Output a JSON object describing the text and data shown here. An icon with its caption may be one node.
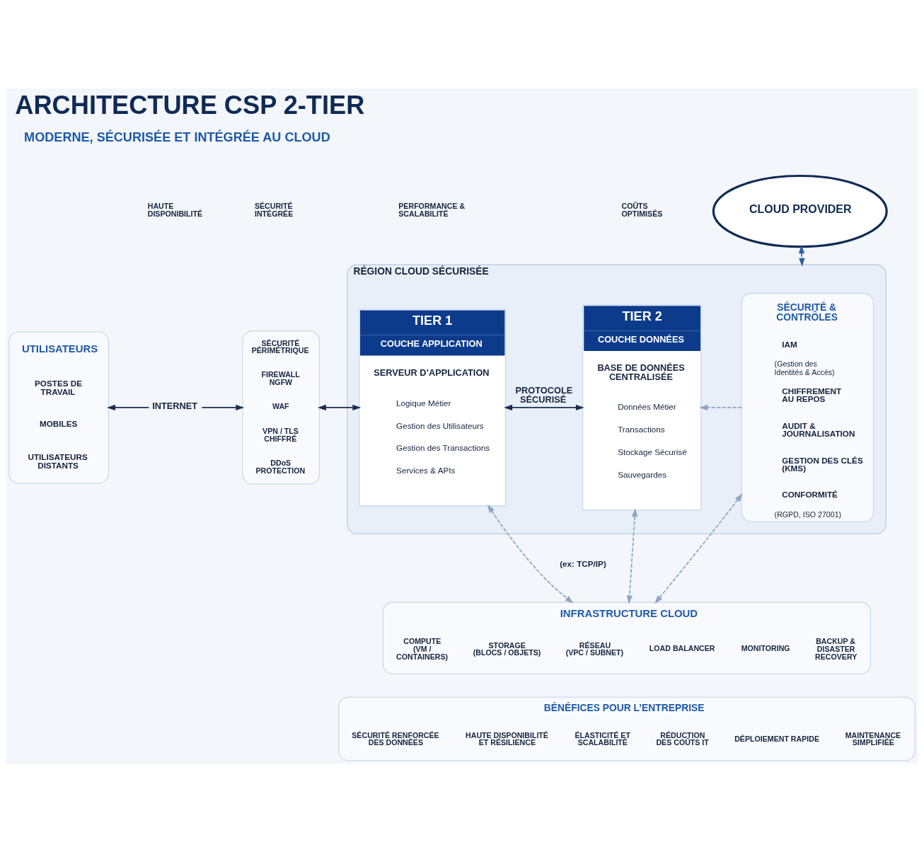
{
  "diagram": {
    "title": "ARCHITECTURE CSP 2-TIER",
    "nodes": [
      {
        "text": [
          "CLOUD PROVIDER"
        ]
      },
      {
        "text": [
          "RÉGION CLOUD SÉCURISÉE"
        ]
      },
      {
        "text": [
          "UTILISATEURS",
          "POSTES DE TRAVAIL",
          "MOBILES",
          "UTILISATEURS DISTANTS"
        ]
      },
      {
        "text": [
          "INTERNET"
        ]
      },
      {
        "text": [
          "SÉCURITÉ PÉRIMÉTRIQUE",
          "FIREWALL NGFW",
          "WAF",
          "VPN / TLS CHIFFRÉ",
          "DDoS PROTECTION"
        ]
      },
      {
        "text": [
          "TIER 1",
          "COUCHE APPLICATION",
          "SERVEUR D’APPLICATION",
          "Logique Métier",
          "Gestion des Utilisateurs",
          "Gestion des Transactions",
          "Services & APIs"
        ],
        "in": 1
      },
      {
        "text": [
          "TIER 2",
          "COUCHE DONNÉES",
          "BASE DE DONNÉES CENTRALISÉE",
          "Données Métier",
          "Transactions",
          "Stockage Sécurisé",
          "Sauvegardes"
        ],
        "in": 1
      },
      {
        "text": [
          "SÉCURITÉ & CONTRÔLES",
          "IAM",
          "(Gestion des Identités & Accès)",
          "CHIFFREMENT AU REPOS",
          "AUDIT & JOURNALISATION",
          "GESTION DES CLÉS (KMS)",
          "CONFORMITÉ",
          "(RGPD, ISO 27001)"
        ],
        "in": 1
      },
      {
        "text": [
          "INFRASTRUCTURE CLOUD",
          "COMPUTE (VM / CONTAINERS)",
          "STORAGE (BLOCS / OBJETS)",
          "RÉSEAU (VPC / SUBNET)",
          "LOAD BALANCER",
          "MONITORING",
          "BACKUP & DISASTER RECOVERY"
        ]
      },
      {
        "text": [
          "BÉNÉFICES POUR L’ENTREPRISE",
          "SÉCURITÉ RENFORCÉE DES DONNÉES",
          "HAUTE DISPONIBILITÉ ET RÉSILIENCE",
          "ÉLASTICITÉ ET SCALABILITÉ",
          "RÉDUCTION DES COÛTS IT",
          "DÉPLOIEMENT RAPIDE",
          "MAINTENANCE SIMPLIFIÉE"
        ]
      }
    ],
    "edges": [
      {
        "from": 0,
        "to": 1,
        "arrow": "both",
        "style": "dashed",
        "color": "#2d5fa6"
      },
      {
        "from": 3,
        "to": 2,
        "arrow": "to"
      },
      {
        "from": 3,
        "to": 4,
        "arrow": "to"
      },
      {
        "from": 4,
        "to": 5,
        "arrow": "both"
      },
      {
        "from": 5,
        "to": 6,
        "arrow": "both",
        "label": "PROTOCOLE SÉCURISÉ"
      },
      {
        "from": 7,
        "to": 6,
        "arrow": "to",
        "style": "dashed",
        "color": "#8ea5c4"
      },
      {
        "from": 5,
        "to": 8,
        "arrow": "both",
        "style": "dashed",
        "color": "#8ea5c4"
      },
      {
        "from": 6,
        "to": 8,
        "arrow": "both",
        "style": "dashed",
        "color": "#8ea5c4"
      },
      {
        "from": 7,
        "to": 8,
        "arrow": "both",
        "style": "dashed",
        "color": "#8ea5c4"
      }
    ],
    "labels": [
      "MODERNE, SÉCURISÉE ET INTÉGRÉE AU CLOUD",
      "HAUTE DISPONIBILITÉ",
      "SÉCURITÉ INTÉGRÉE",
      "PERFORMANCE & SCALABILITÉ",
      "COÛTS OPTIMISÉS",
      "(ex: TCP/IP)"
    ]
  }
}
